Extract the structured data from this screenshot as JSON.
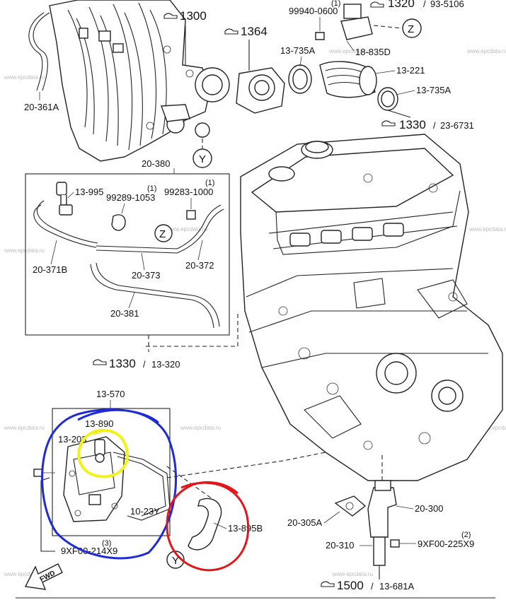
{
  "labels": {
    "ref_1300": "1300",
    "ref_1364": "1364",
    "ref_1320": "1320",
    "ref_1320_sub": "93-5106",
    "p_99940_0600": "99940-0600",
    "p_99940_qty": "(1)",
    "p_13_735A_a": "13-735A",
    "p_18_835D": "18-835D",
    "p_13_221": "13-221",
    "p_13_735A_b": "13-735A",
    "p_20_361A": "20-361A",
    "ref_1330_a": "1330",
    "ref_1330_a_sub": "23-6731",
    "circle_Y": "Y",
    "circle_Z": "Z",
    "p_20_380": "20-380",
    "p_13_995": "13-995",
    "p_99289_1053": "99289-1053",
    "p_99289_qty": "(1)",
    "p_99283_1000": "99283-1000",
    "p_99283_qty": "(1)",
    "p_20_371B": "20-371B",
    "p_20_373": "20-373",
    "p_20_372": "20-372",
    "p_20_381": "20-381",
    "ref_1330_b": "1330",
    "ref_1330_b_sub": "13-320",
    "p_13_570": "13-570",
    "p_13_890": "13-890",
    "p_13_203": "13-203",
    "p_10_23Y": "10-23Y",
    "p_13_895B": "13-895B",
    "p_9XF00_214X9": "9XF00-214X9",
    "p_9XF00_qty": "(3)",
    "p_20_300": "20-300",
    "p_20_305A": "20-305A",
    "p_20_310": "20-310",
    "p_9XF00_225X9": "9XF00-225X9",
    "p_9XF00_225_qty": "(2)",
    "ref_1500": "1500",
    "ref_1500_sub": "13-681A",
    "fwd": "FWD"
  },
  "watermark": "www.epcdata.ru",
  "colors": {
    "ink": "#222222",
    "blue_marker": "#1f2bd6",
    "yellow_marker": "#f2f21a",
    "red_marker": "#e0161b",
    "watermark": "#bdbdbd"
  }
}
